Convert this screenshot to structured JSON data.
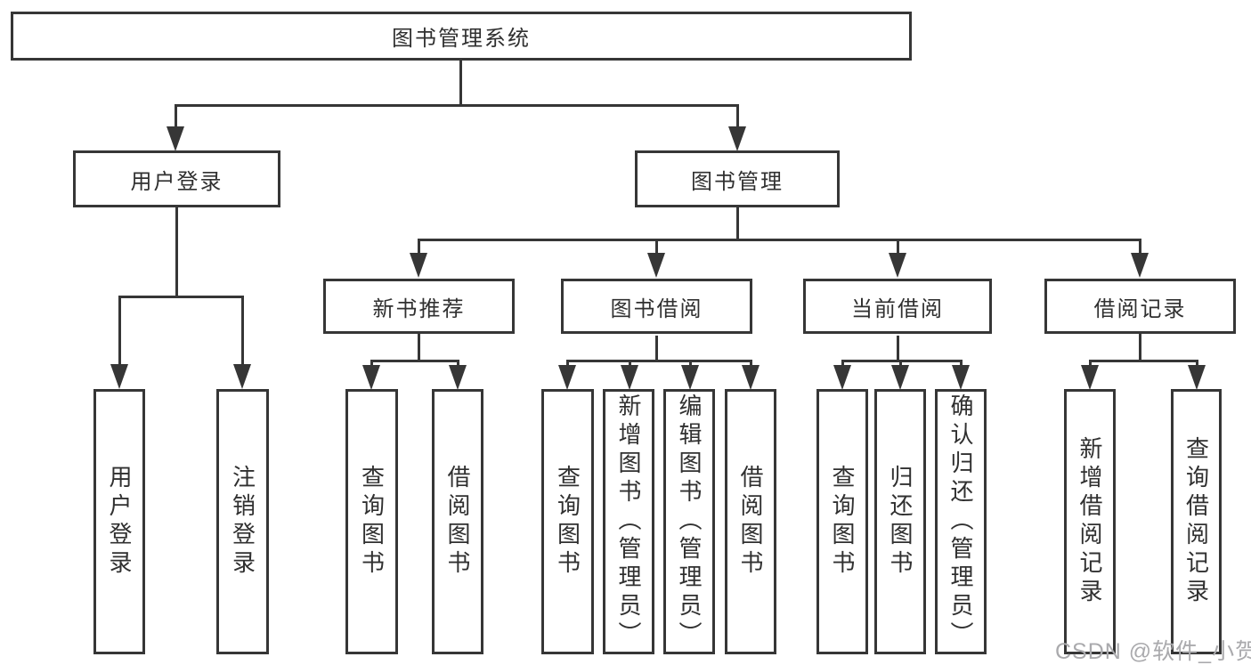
{
  "diagram": {
    "root": "图书管理系统",
    "children": [
      {
        "label": "用户登录",
        "children": [
          "用户登录",
          "注销登录"
        ]
      },
      {
        "label": "图书管理",
        "children": [
          {
            "label": "新书推荐",
            "children": [
              "查询图书",
              "借阅图书"
            ]
          },
          {
            "label": "图书借阅",
            "children": [
              "查询图书",
              "新增图书（管理员）",
              "编辑图书（管理员）",
              "借阅图书"
            ]
          },
          {
            "label": "当前借阅",
            "children": [
              "查询图书",
              "归还图书",
              "确认归还（管理员）"
            ]
          },
          {
            "label": "借阅记录",
            "children": [
              "新增借阅记录",
              "查询借阅记录"
            ]
          }
        ]
      }
    ]
  },
  "watermark": "CSDN @软件_小贺同学",
  "colors": {
    "line": "#363636",
    "text": "#303030",
    "watermark": "#aaaaad",
    "background": "#ffffff"
  }
}
